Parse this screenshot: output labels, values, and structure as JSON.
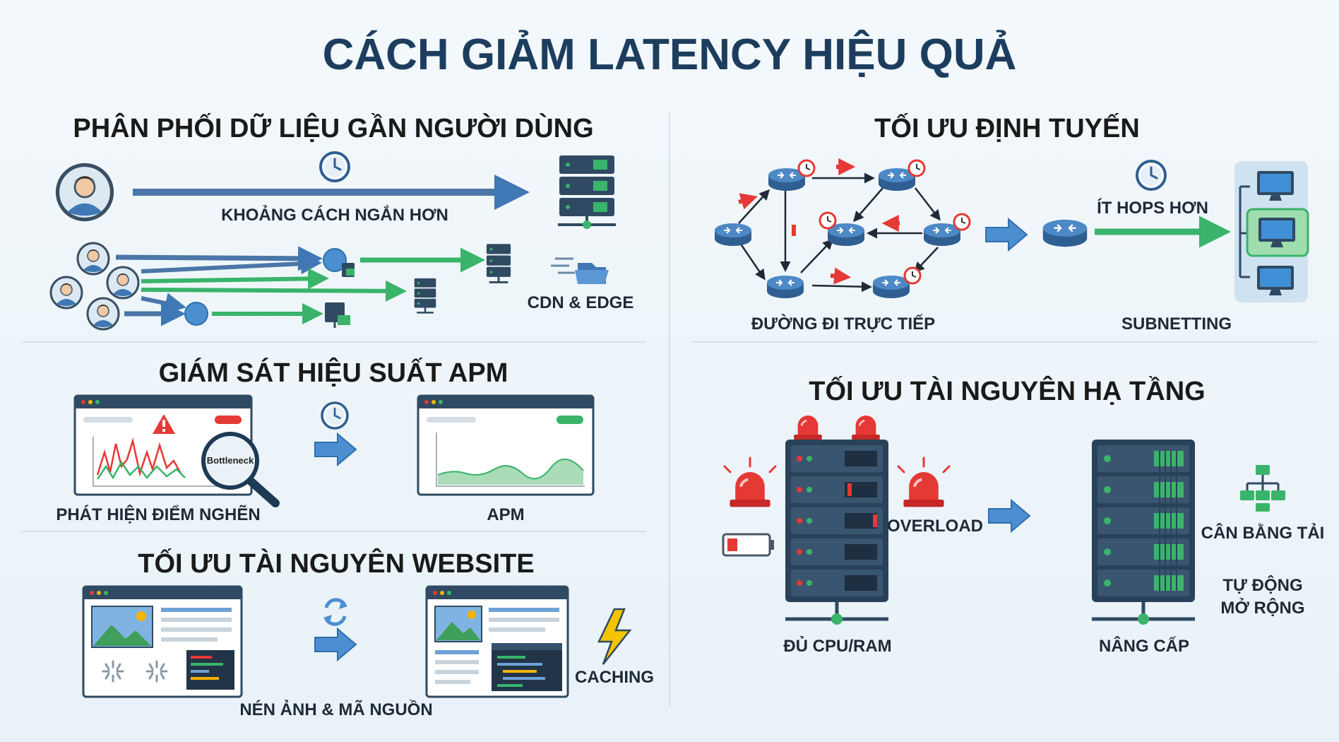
{
  "title": "CÁCH GIẢM LATENCY HIỆU QUẢ",
  "sections": {
    "distribution": {
      "title": "PHÂN PHỐI DỮ LIỆU GẦN NGƯỜI DÙNG",
      "distance_label": "KHOẢNG CÁCH NGẮN HƠN",
      "cdn_label": "CDN & EDGE"
    },
    "routing": {
      "title": "TỐI ƯU ĐỊNH TUYẾN",
      "direct_path_label": "ĐƯỜNG ĐI TRỰC TIẾP",
      "fewer_hops_label": "ÍT HOPS HƠN",
      "subnetting_label": "SUBNETTING"
    },
    "apm": {
      "title": "GIÁM SÁT HIỆU SUẤT APM",
      "bottleneck_badge": "Bottleneck",
      "detect_label": "PHÁT HIỆN ĐIỂM NGHẼN",
      "apm_label": "APM"
    },
    "website": {
      "title": "TỐI ƯU TÀI NGUYÊN WEBSITE",
      "compress_label": "NÉN ẢNH & MÃ NGUỒN",
      "caching_label": "CACHING"
    },
    "infrastructure": {
      "title": "TỐI ƯU TÀI NGUYÊN HẠ TẦNG",
      "overload_label": "OVERLOAD",
      "cpu_label": "ĐỦ CPU/RAM",
      "upgrade_label": "NÂNG CẤP",
      "balance_label": "CÂN BẰNG TẢI",
      "autoscale_line1": "TỰ ĐỘNG",
      "autoscale_line2": "MỞ RỘNG"
    }
  },
  "colors": {
    "navy": "#1c3d5e",
    "blue": "#3f78b5",
    "green": "#39b46a",
    "red": "#e53935",
    "server": "#2f4a62",
    "bg": "#eef5fa"
  }
}
